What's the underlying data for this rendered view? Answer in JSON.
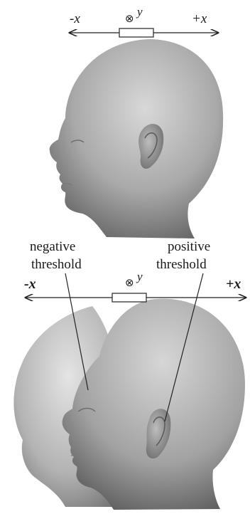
{
  "top_panel": {
    "neg_x": "-x",
    "pos_x": "+x",
    "y_axis_symbol": "⊗",
    "y_axis": "y"
  },
  "bottom_panel": {
    "neg_x": "-x",
    "pos_x": "+x",
    "y_axis_symbol": "⊗",
    "y_axis": "y",
    "negative_threshold_line1": "negative",
    "negative_threshold_line2": "threshold",
    "positive_threshold_line1": "positive",
    "positive_threshold_line2": "threshold"
  }
}
